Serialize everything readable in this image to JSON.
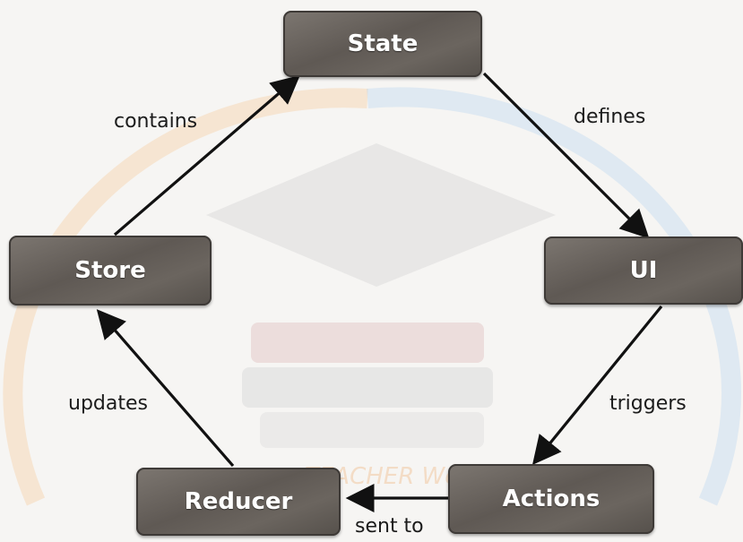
{
  "nodes": {
    "state": "State",
    "ui": "UI",
    "actions": "Actions",
    "reducer": "Reducer",
    "store": "Store"
  },
  "edges": {
    "store_to_state": "contains",
    "state_to_ui": "defines",
    "ui_to_actions": "triggers",
    "actions_to_reducer": "sent to",
    "reducer_to_store": "updates"
  },
  "watermark_text": "TEACHER World",
  "colors": {
    "node_fill": "#65605a",
    "node_text": "#ffffff",
    "arrow": "#111111",
    "label_text": "#1b1b1b",
    "watermark_orange": "#f5a94a",
    "watermark_blue": "#7fb3e6",
    "watermark_gray": "#c9c9c9"
  }
}
